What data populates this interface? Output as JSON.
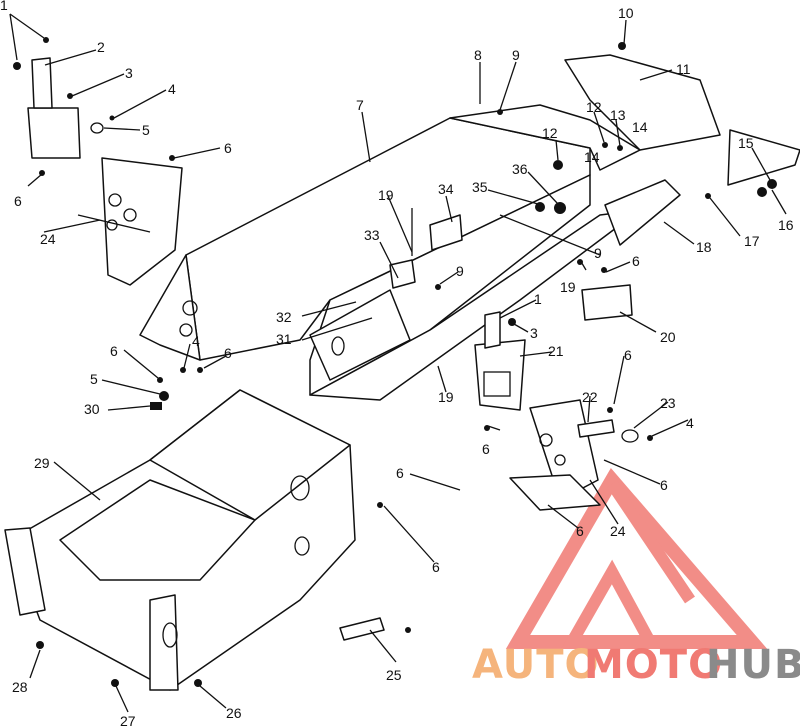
{
  "diagram": {
    "labels": [
      "1",
      "2",
      "3",
      "4",
      "5",
      "6",
      "7",
      "8",
      "9",
      "10",
      "11",
      "12",
      "13",
      "14",
      "15",
      "16",
      "17",
      "18",
      "19",
      "20",
      "21",
      "22",
      "23",
      "24",
      "25",
      "26",
      "27",
      "28",
      "29",
      "30",
      "31",
      "32",
      "33",
      "34",
      "35",
      "36"
    ]
  },
  "watermark": {
    "part1": "AUTO",
    "part2": "MOTO",
    "part3": "HUB",
    "color1": "#f5b47c",
    "color2": "#f07a73",
    "color3": "#8a8a8a",
    "triangle_color": "#f07a73"
  }
}
